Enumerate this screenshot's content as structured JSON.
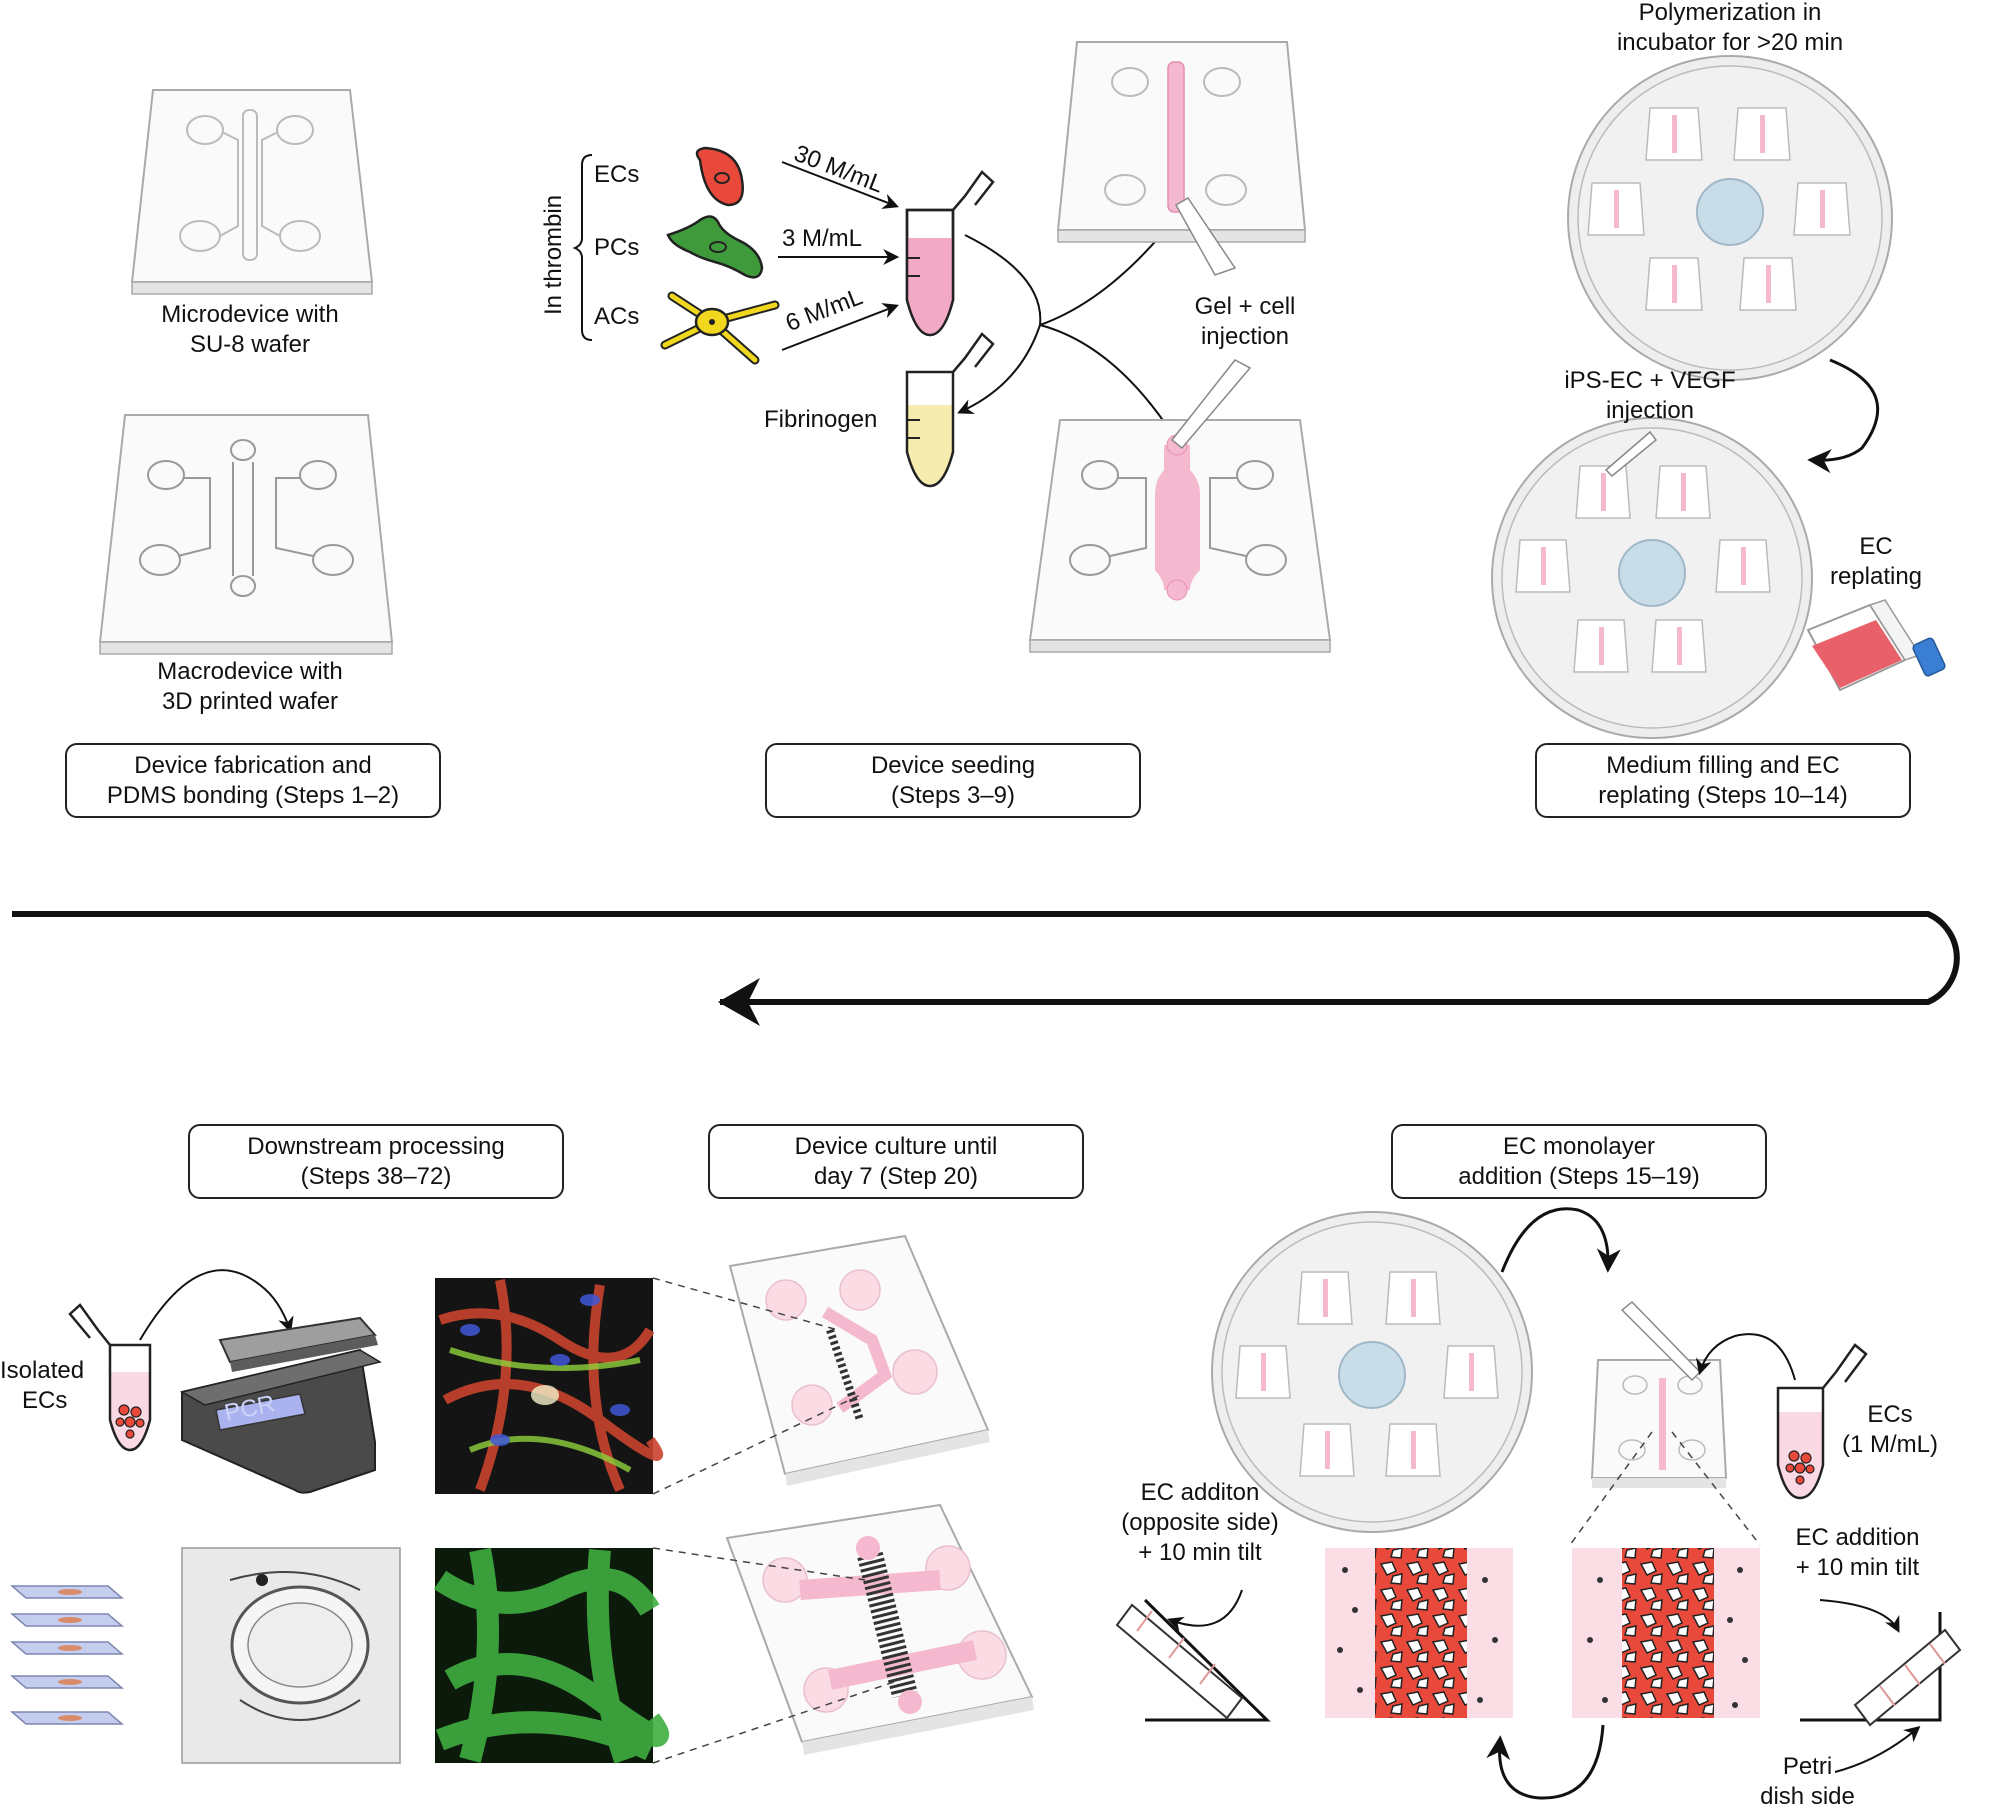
{
  "panels": {
    "fabrication": {
      "micro_label_1": "Microdevice with",
      "micro_label_2": "SU-8 wafer",
      "macro_label_1": "Macrodevice with",
      "macro_label_2": "3D printed wafer",
      "box_1": "Device fabrication and",
      "box_2": "PDMS bonding (Steps 1–2)"
    },
    "seeding": {
      "in_thrombin": "In thrombin",
      "cells": [
        "ECs",
        "PCs",
        "ACs"
      ],
      "concentrations": [
        "30 M/mL",
        "3 M/mL",
        "6 M/mL"
      ],
      "fibrinogen": "Fibrinogen",
      "gel_injection_1": "Gel + cell",
      "gel_injection_2": "injection",
      "box_1": "Device seeding",
      "box_2": "(Steps 3–9)"
    },
    "medium": {
      "polymerization_1": "Polymerization in",
      "polymerization_2": "incubator for >20 min",
      "ips_1": "iPS-EC + VEGF",
      "ips_2": "injection",
      "ec_replating_1": "EC",
      "ec_replating_2": "replating",
      "box_1": "Medium filling and EC",
      "box_2": "replating (Steps 10–14)"
    },
    "downstream": {
      "box_1": "Downstream processing",
      "box_2": "(Steps 38–72)",
      "isolated_1": "Isolated",
      "isolated_2": "ECs",
      "pcr": "PCR"
    },
    "culture": {
      "box_1": "Device culture until",
      "box_2": "day 7 (Step 20)"
    },
    "monolayer": {
      "box_1": "EC monolayer",
      "box_2": "addition (Steps 15–19)",
      "ecs_1": "ECs",
      "ecs_2": "(1 M/mL)",
      "opposite_1": "EC additon",
      "opposite_2": "(opposite side)",
      "opposite_3": "+ 10 min tilt",
      "addition_1": "EC addition",
      "addition_2": "+ 10 min tilt",
      "petri_1": "Petri",
      "petri_2": "dish side"
    }
  },
  "colors": {
    "pink": "#f4b8cf",
    "tube_pink": "#f2a9c6",
    "fibrinogen": "#f7ecb0",
    "ec_red": "#e8493a",
    "pc_green": "#3e9a3a",
    "ac_yellow": "#f1d81e",
    "petri_center": "#c9dde9"
  }
}
